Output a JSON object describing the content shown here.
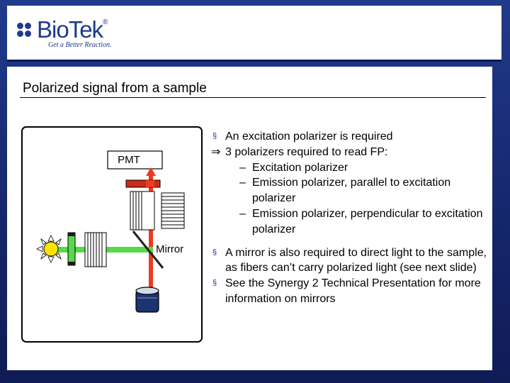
{
  "header": {
    "brand": "BioTek",
    "registered": "®",
    "tagline": "Get a Better Reaction."
  },
  "slide": {
    "title": "Polarized signal from a sample"
  },
  "diagram": {
    "pmt_label": "PMT",
    "mirror_label": "Mirror",
    "colors": {
      "excitation_beam": "#58d84a",
      "emission_beam": "#ee3a22",
      "lamp": "#ffe400",
      "well": "#1c3370",
      "pmt_bar": "#cc2a1a"
    }
  },
  "bullets": {
    "l1": "An excitation polarizer is required",
    "l2_symbol": "⇒",
    "l2": "3 polarizers required to read FP:",
    "sub1": "Excitation polarizer",
    "sub2": "Emission polarizer, parallel to excitation polarizer",
    "sub3": "Emission polarizer, perpendicular to excitation polarizer",
    "l3": "A mirror is also required to direct light to the sample, as fibers can’t carry polarized light (see next slide)",
    "l4": "See the Synergy 2 Technical Presentation for more information on mirrors",
    "bullet_marker": "§",
    "dash": "–"
  }
}
